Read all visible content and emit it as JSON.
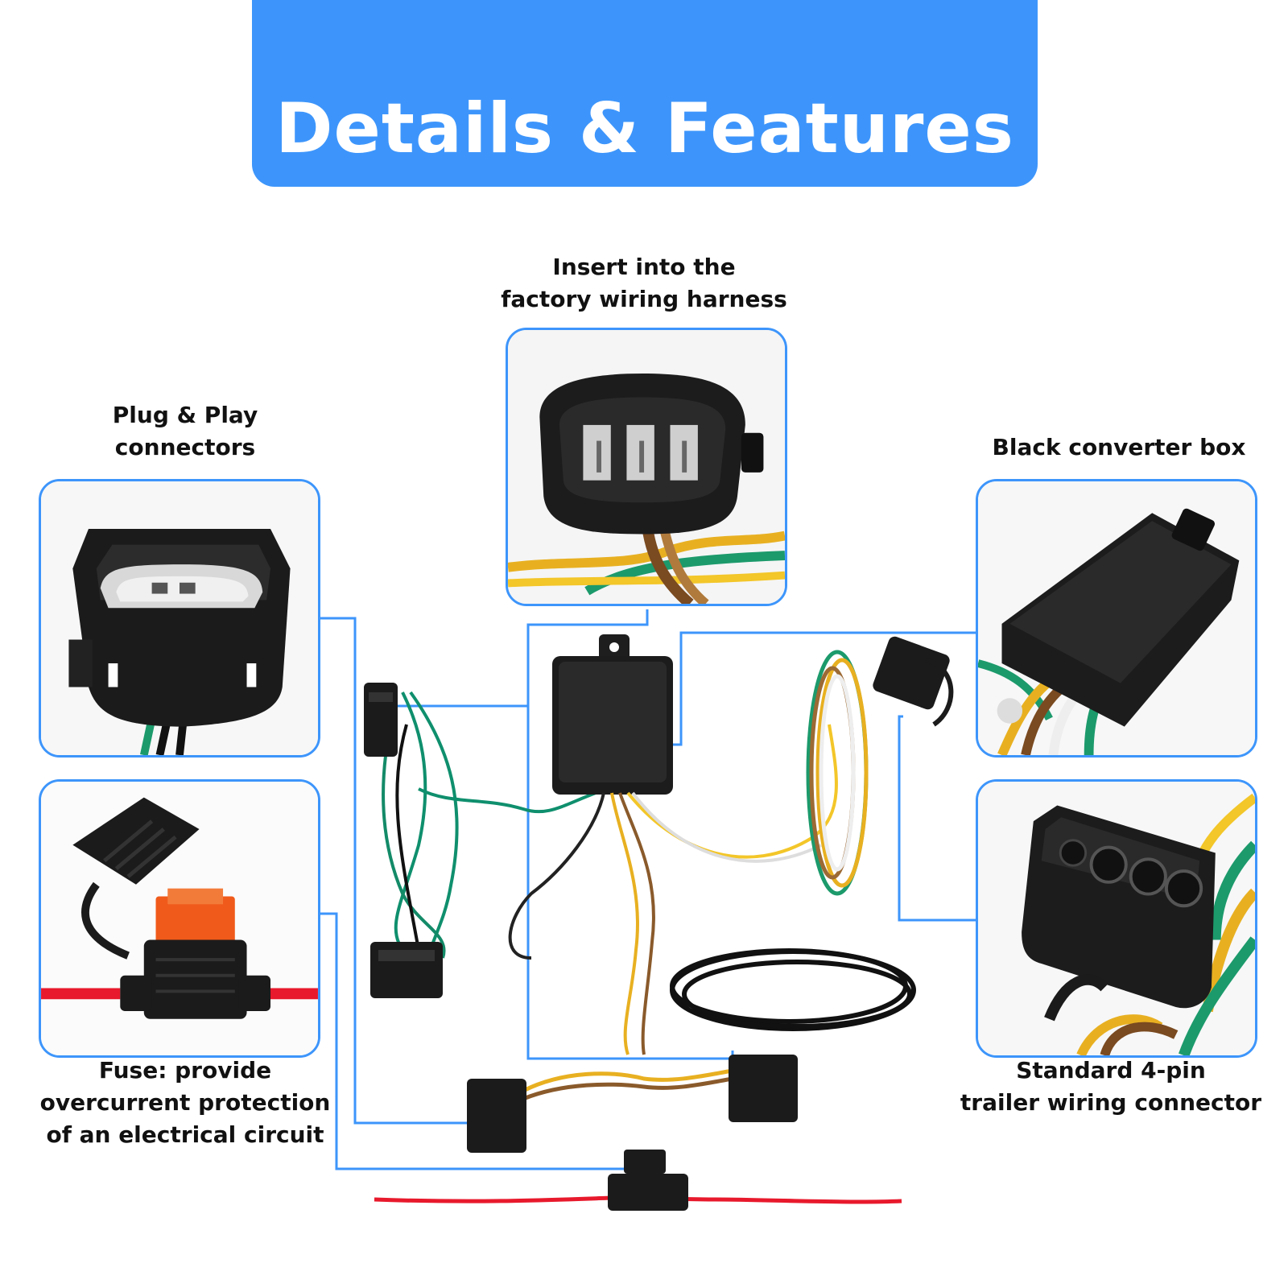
{
  "header": {
    "title": "Details & Features"
  },
  "features": {
    "harness": {
      "label_line1": "Insert into the",
      "label_line2": "factory wiring harness"
    },
    "plug_play": {
      "label_line1": "Plug & Play",
      "label_line2": "connectors"
    },
    "converter": {
      "label_line1": "Black converter box"
    },
    "fuse": {
      "label_line1": "Fuse: provide",
      "label_line2": "overcurrent protection",
      "label_line3": "of an electrical circuit"
    },
    "four_pin": {
      "label_line1": "Standard 4-pin",
      "label_line2": "trailer wiring connector"
    }
  },
  "colors": {
    "accent": "#3d95fb",
    "connector": "#1b1b1b",
    "fuse": "#f05a1a",
    "wire_red": "#e8192c"
  }
}
